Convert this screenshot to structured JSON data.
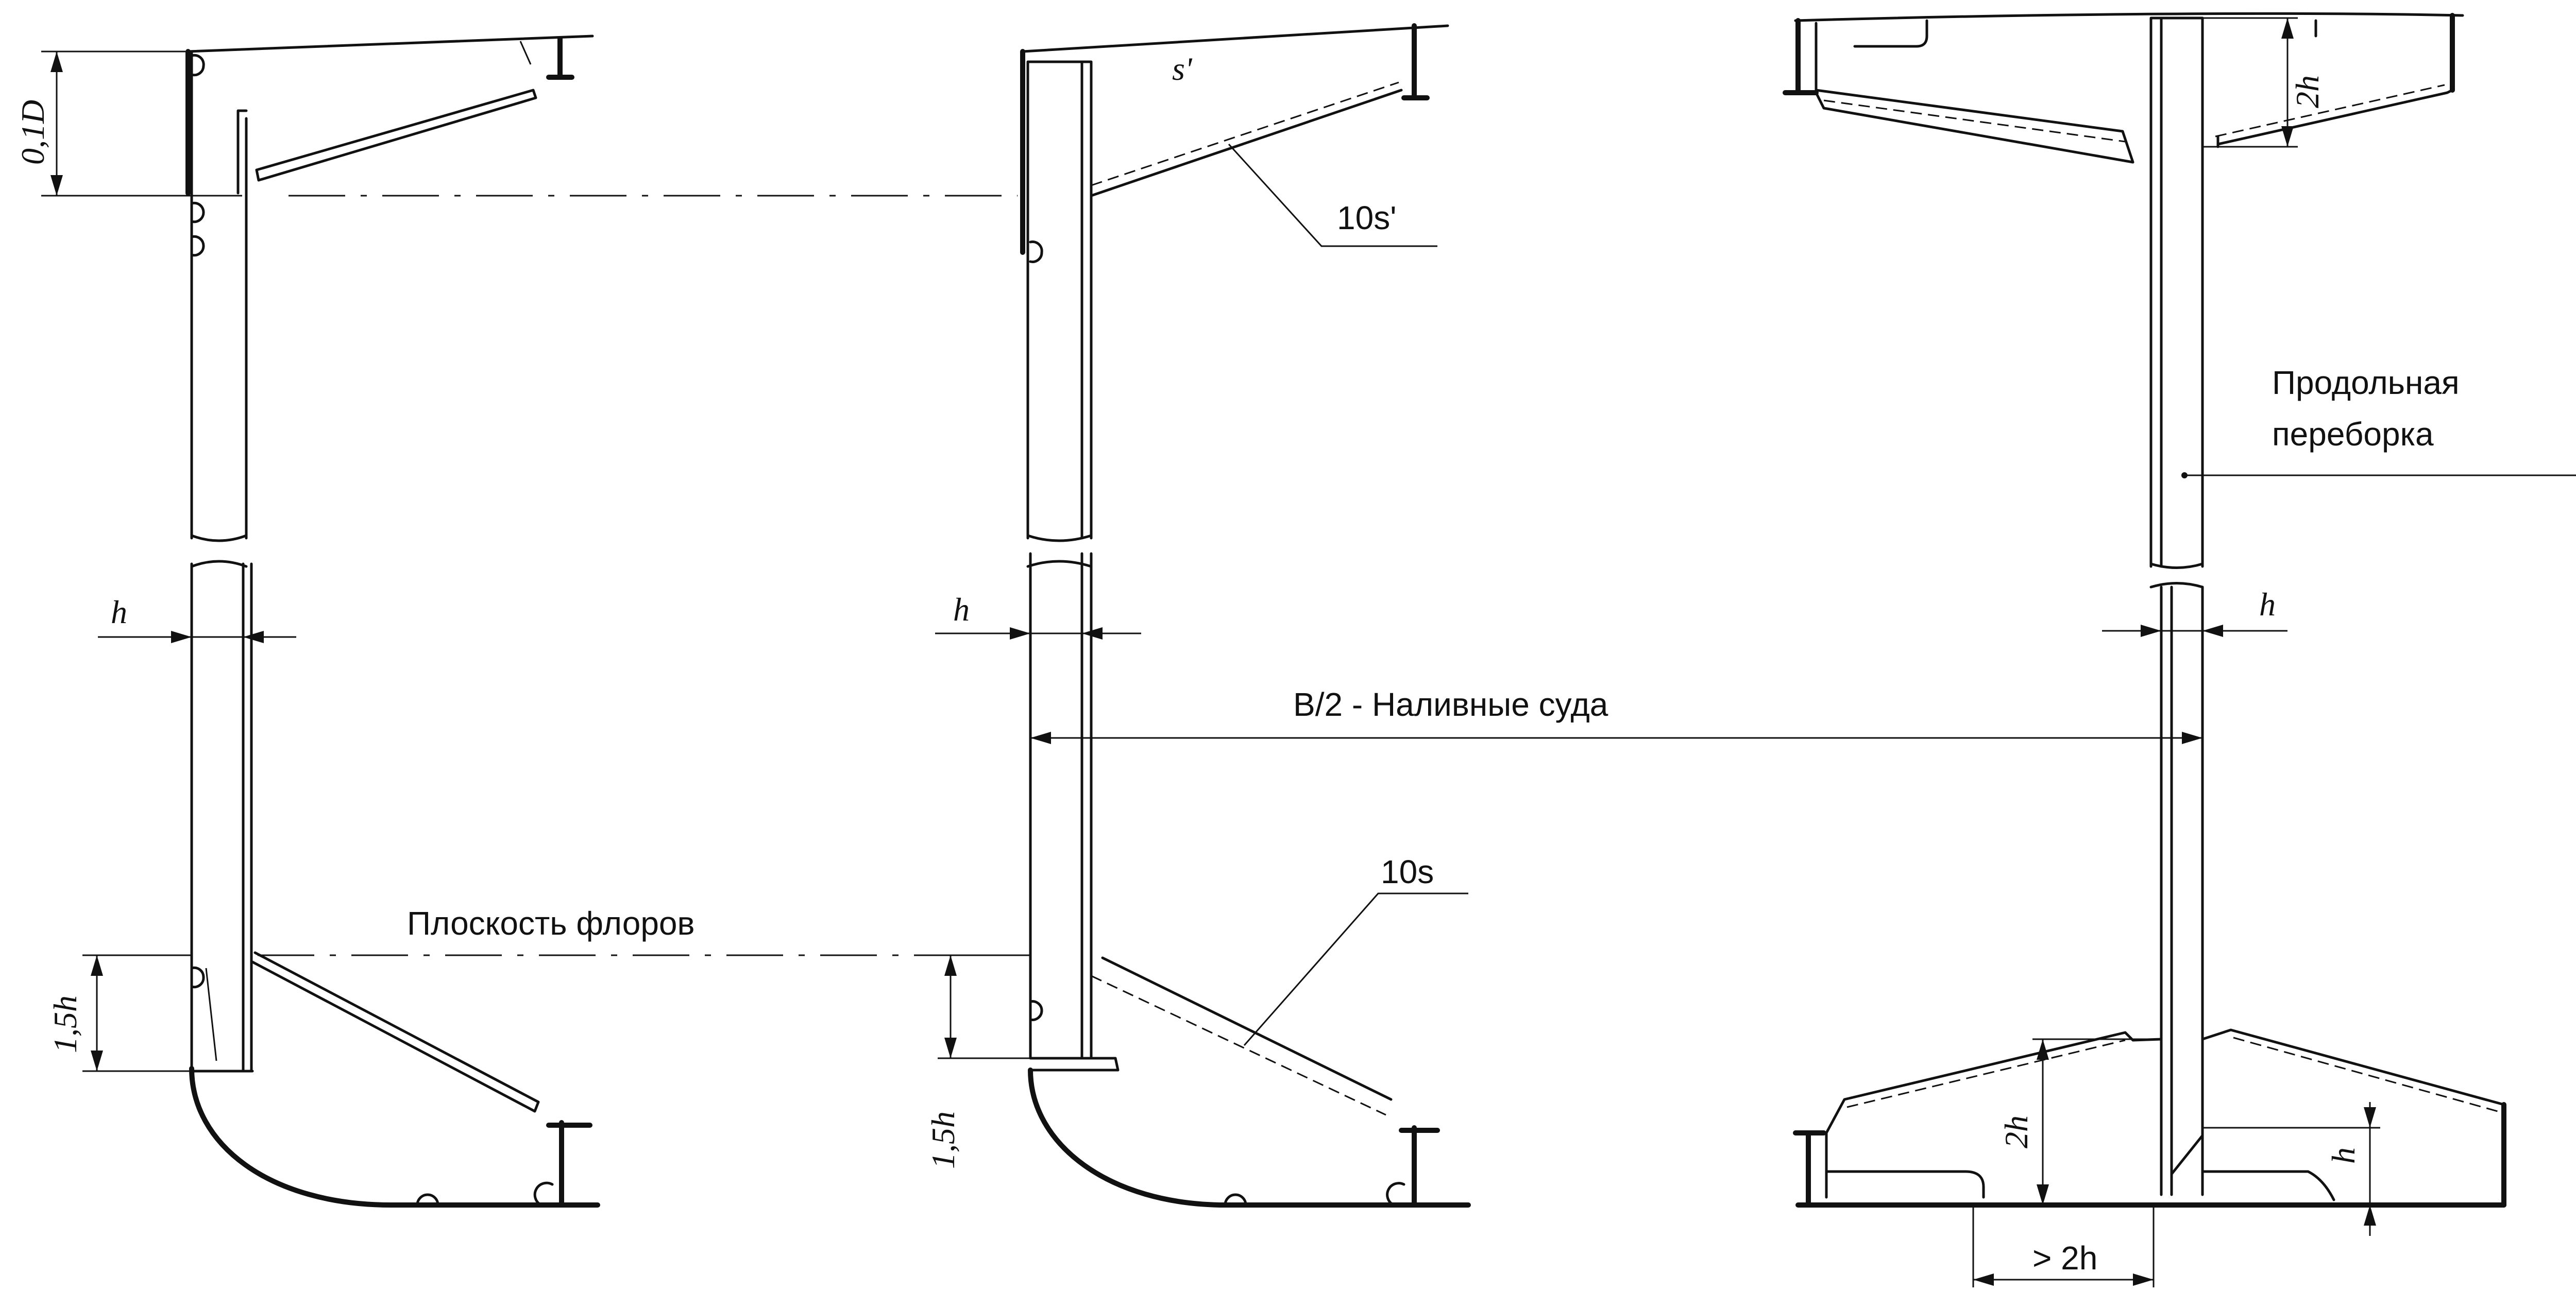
{
  "labels": {
    "dim_01D": "0,1D",
    "dim_15h_left": "1,5h",
    "dim_15h_mid": "1,5h",
    "h_left": "h",
    "h_mid": "h",
    "h_right": "h",
    "s_prime": "s'",
    "ten_s_prime": "10s'",
    "ten_s": "10s",
    "B2": "B/2 - Наливные суда",
    "floor_plane": "Плоскость флоров",
    "long_bulkhead_1": "Продольная",
    "long_bulkhead_2": "переборка",
    "dim_2h_top": "2h",
    "dim_2h_bottom": "2h",
    "dim_h_bottom_right": "h",
    "dim_gt2h": "> 2h"
  }
}
